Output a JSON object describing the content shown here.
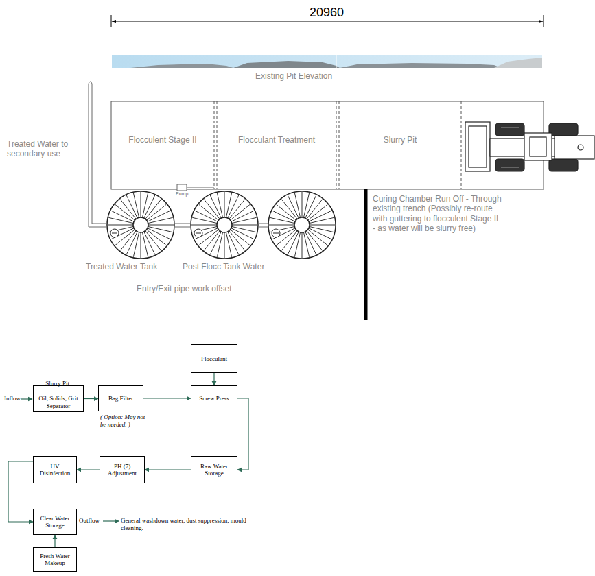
{
  "diagram": {
    "nodes": [
      {
        "text": [
          "Flocculent Stage II"
        ]
      },
      {
        "text": [
          "Flocculant Treatment"
        ]
      },
      {
        "text": [
          "Slurry Pit"
        ]
      },
      {
        "text": [
          "Flocculant"
        ]
      },
      {
        "text": [
          "Slurry Pit:",
          "Oil, Solids, Grit Separator"
        ]
      },
      {
        "text": [
          "Bag Filter"
        ]
      },
      {
        "text": [
          "Screw Press"
        ]
      },
      {
        "text": [
          "UV Disinfection"
        ]
      },
      {
        "text": [
          "PH (7) Adjustment"
        ]
      },
      {
        "text": [
          "Raw Water Storage"
        ]
      },
      {
        "text": [
          "Clear Water Storage"
        ]
      },
      {
        "text": [
          "Fresh Water Makeup"
        ]
      }
    ],
    "edges": [
      {
        "from": 4,
        "to": 5,
        "arrow": "to"
      },
      {
        "from": 5,
        "to": 6,
        "arrow": "to"
      },
      {
        "from": 3,
        "to": 6,
        "arrow": "to"
      },
      {
        "from": 6,
        "to": 9,
        "arrow": "to"
      },
      {
        "from": 9,
        "to": 8,
        "arrow": "to"
      },
      {
        "from": 8,
        "to": 7,
        "arrow": "to"
      },
      {
        "from": 7,
        "to": 10,
        "arrow": "to"
      },
      {
        "from": 11,
        "to": 10,
        "arrow": "to"
      }
    ],
    "labels": [
      "20960",
      "Existing Pit Elevation",
      "Treated Water to secondary use",
      "Pump",
      "Treated Water Tank",
      "Post Flocc Tank Water",
      "Entry/Exit pipe work offset",
      "Curing Chamber Run Off - Through existing trench (Possibly re-route with guttering to flocculent Stage II - as water will be slurry free)",
      "Inflow",
      "( Option: May not be needed. )",
      "Outflow",
      "General washdown water, dust suppression, mould cleaning."
    ]
  }
}
